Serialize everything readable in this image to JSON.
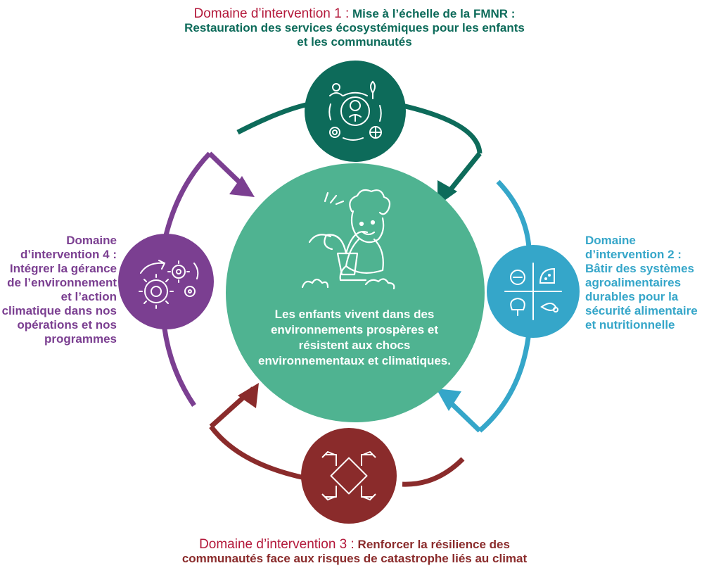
{
  "center": {
    "outcome_text": "Les enfants vivent dans des environnements prospères et résistent aux chocs environnementaux et climatiques."
  },
  "domains": {
    "d1": {
      "heading": "Domaine d’intervention 1 :",
      "text": "Mise à l’échelle de la FMNR : Restauration des services écosystémiques pour les enfants et les communautés",
      "icon": "ecosystem-services-icon",
      "color": "#0d6b5a"
    },
    "d2": {
      "heading": "Domaine d’intervention 2 :",
      "text": "Bâtir des systèmes agroalimentaires durables pour la sécurité alimentaire et nutritionnelle",
      "icon": "food-systems-icon",
      "color": "#35a6c9"
    },
    "d3": {
      "heading": "Domaine d’intervention 3 :",
      "text": "Renforcer la résilience des communautés face aux risques de catastrophe liés au climat",
      "icon": "joined-hands-icon",
      "color": "#8a2b2b"
    },
    "d4": {
      "heading": "Domaine d’intervention 4 :",
      "text": "Intégrer la gérance de l’environnement et l’action climatique dans nos opérations et nos programmes",
      "icon": "gears-icon",
      "color": "#7b3f91"
    }
  },
  "colors": {
    "center_circle": "#4fb391",
    "heading_accent": "#b3183a"
  }
}
